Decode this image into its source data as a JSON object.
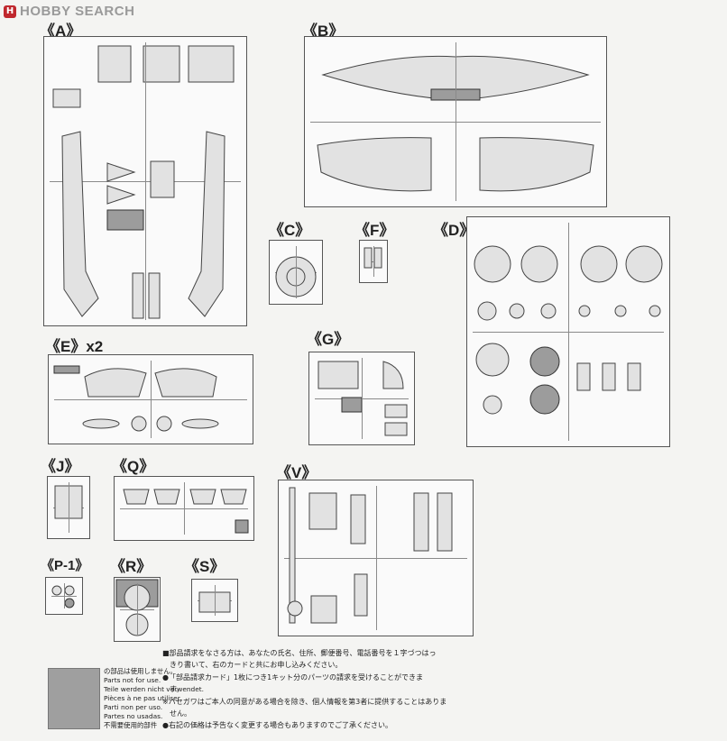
{
  "site": {
    "logo_text": "HOBBY SEARCH",
    "logo_badge": "H"
  },
  "sprues": {
    "A": "《A》",
    "B": "《B》",
    "C": "《C》",
    "D": "《D》",
    "E": "《E》x2",
    "F": "《F》",
    "G": "《G》",
    "J": "《J》",
    "Q": "《Q》",
    "V": "《V》",
    "P1": "《P-1》",
    "R": "《R》",
    "S": "《S》"
  },
  "legend": {
    "swatch_color": "#9f9f9f",
    "lines": [
      "の部品は使用しません。",
      "Parts not for use.",
      "Teile werden nicht verwendet.",
      "Pièces à ne pas utiliser.",
      "Parti non per uso.",
      "Partes no usadas.",
      "不需要使用的部件"
    ]
  },
  "notes": [
    "■部品請求をなさる方は、あなたの氏名、住所、郵便番号、電話番号を１字づつはっ",
    "　きり書いて、右のカードと共にお申し込みください。",
    "●「部品請求カード」1枚につき1キット分のパーツの請求を受けることができま",
    "　す。",
    "※ハセガワはご本人の同意がある場合を除き、個人情報を第3者に提供することはありま",
    "　せん。",
    "●右記の価格は予告なく変更する場合もありますのでご了承ください。"
  ]
}
